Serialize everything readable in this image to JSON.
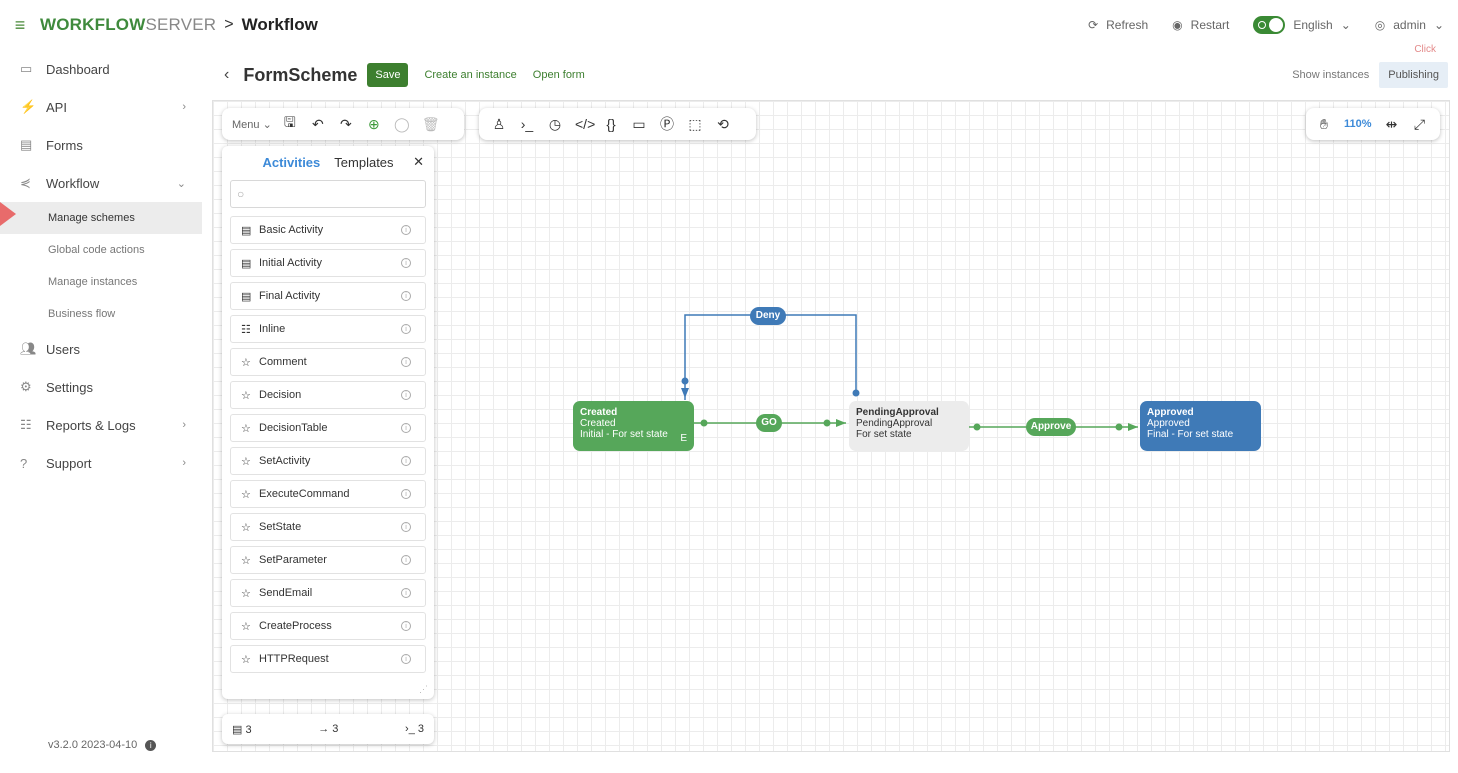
{
  "topbar": {
    "brand_bold": "WORKFLOW",
    "brand_light": "SERVER",
    "crumb_sep": ">",
    "crumb_title": "Workflow",
    "refresh": "Refresh",
    "restart": "Restart",
    "language": "English",
    "user": "admin",
    "click_hint": "Click"
  },
  "sidebar": {
    "items": [
      {
        "label": "Dashboard",
        "icon": "dashboard-icon"
      },
      {
        "label": "API",
        "icon": "plug-icon"
      },
      {
        "label": "Forms",
        "icon": "forms-icon"
      },
      {
        "label": "Workflow",
        "icon": "workflow-icon"
      }
    ],
    "workflow_sub": [
      "Manage schemes",
      "Global code actions",
      "Manage instances",
      "Business flow"
    ],
    "items2": [
      {
        "label": "Users",
        "icon": "users-icon"
      },
      {
        "label": "Settings",
        "icon": "settings-icon"
      },
      {
        "label": "Reports & Logs",
        "icon": "reports-icon"
      },
      {
        "label": "Support",
        "icon": "support-icon"
      }
    ],
    "version": "v3.2.0 2023-04-10"
  },
  "header": {
    "scheme_title": "FormScheme",
    "save": "Save",
    "create_instance": "Create an instance",
    "open_form": "Open form",
    "show_instances": "Show instances",
    "publishing": "Publishing"
  },
  "toolbar": {
    "menu": "Menu",
    "zoom": "110%"
  },
  "panel": {
    "tab_activities": "Activities",
    "tab_templates": "Templates",
    "activities": [
      "Basic Activity",
      "Initial Activity",
      "Final Activity",
      "Inline",
      "Comment",
      "Decision",
      "DecisionTable",
      "SetActivity",
      "ExecuteCommand",
      "SetState",
      "SetParameter",
      "SendEmail",
      "CreateProcess",
      "HTTPRequest"
    ]
  },
  "stats": {
    "activities": "3",
    "transitions": "3",
    "commands": "3"
  },
  "diagram": {
    "created": {
      "title": "Created",
      "state": "Created",
      "desc": "Initial - For set state",
      "badge": "E"
    },
    "pending": {
      "title": "PendingApproval",
      "state": "PendingApproval",
      "desc": "For set state"
    },
    "approved": {
      "title": "Approved",
      "state": "Approved",
      "desc": "Final - For set state"
    },
    "transitions": {
      "deny": "Deny",
      "go": "GO",
      "approve": "Approve"
    },
    "colors": {
      "initial": "#56a75a",
      "final": "#3f7ab7",
      "normal": "#ececec"
    }
  }
}
